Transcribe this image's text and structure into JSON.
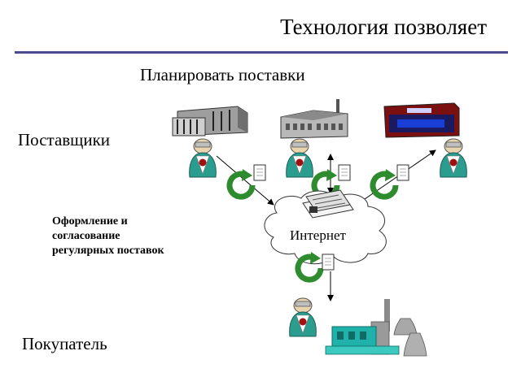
{
  "header": {
    "title": "Технология позволяет",
    "subtitle": "Планировать поставки"
  },
  "labels": {
    "suppliers": "Поставщики",
    "buyer": "Покупатель",
    "internet": "Интернет"
  },
  "process_note": {
    "lines": [
      "Оформление и",
      "согласование",
      "регулярных поставок"
    ]
  },
  "colors": {
    "title_rule": "#4a4a8c",
    "cycle_arrow": "#2e8b2e",
    "person_body": "#2a9d8f",
    "person_heart": "#a01010",
    "factory_gray": "#7a7a7a",
    "factory_blue_window": "#1a3fd6",
    "plant_teal": "#20b2aa"
  },
  "icons": [
    "factory-icon",
    "industrial-building-icon",
    "shop-building-icon",
    "person-icon",
    "document-icon",
    "cycle-arrow-icon",
    "newspaper-icon",
    "power-plant-icon",
    "cloud-icon"
  ]
}
